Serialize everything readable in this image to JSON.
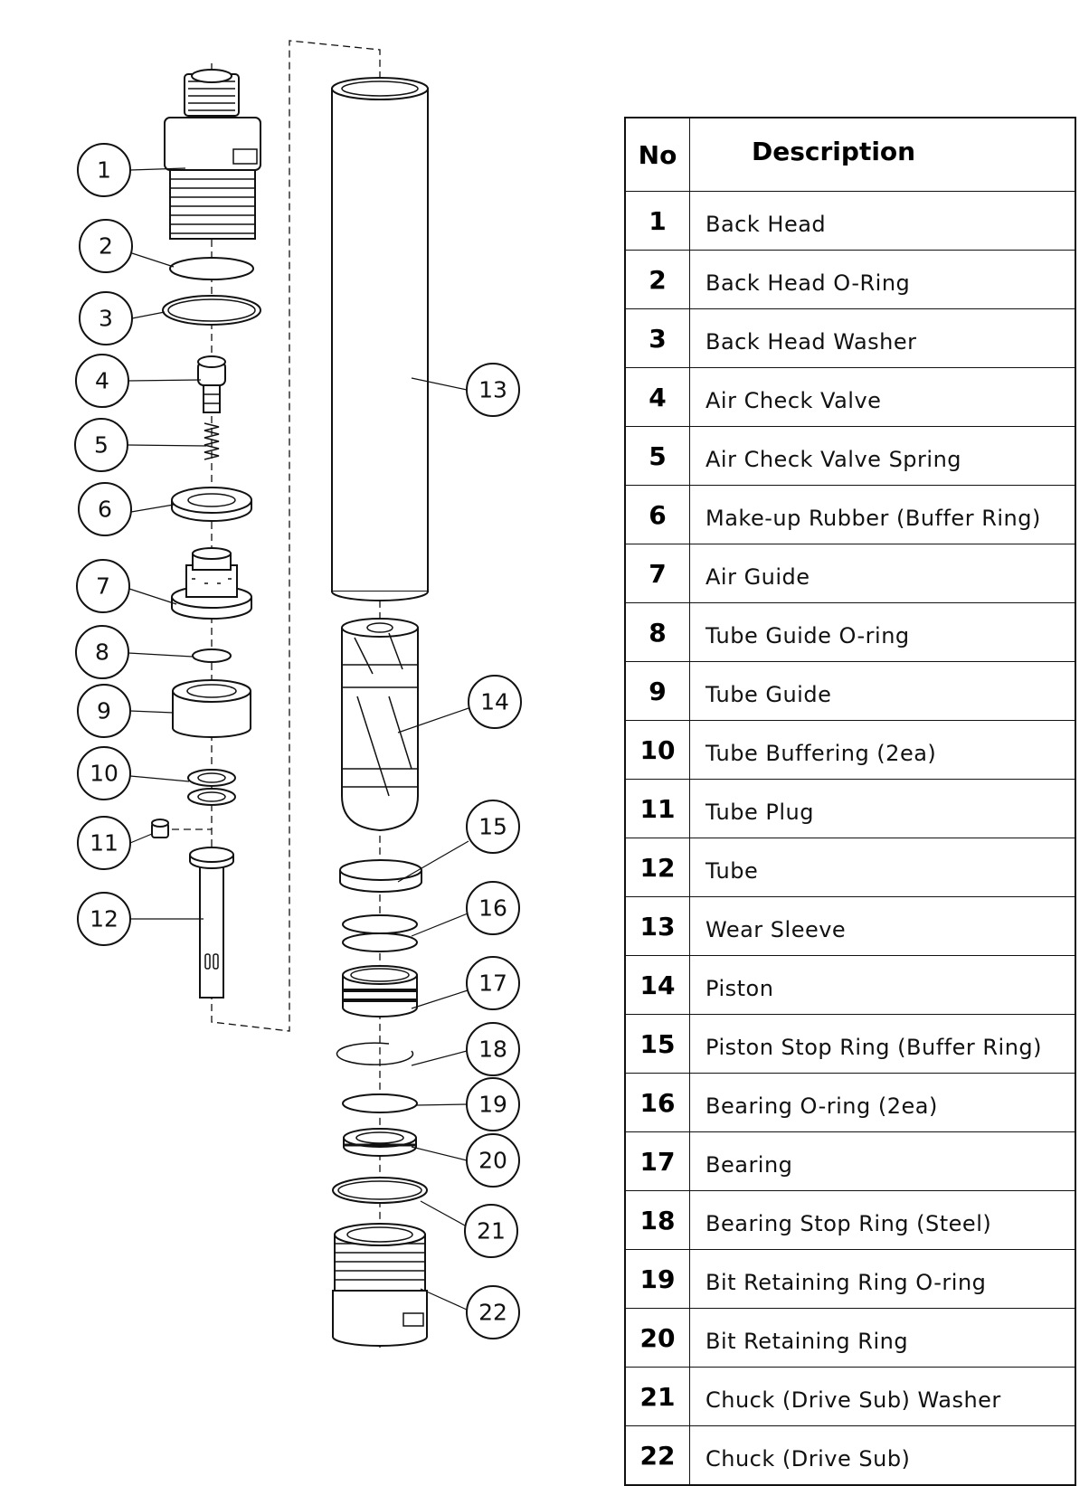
{
  "table": {
    "header_no": "No",
    "header_description": "Description",
    "rows": [
      {
        "no": "1",
        "description": "Back Head"
      },
      {
        "no": "2",
        "description": "Back Head O-Ring"
      },
      {
        "no": "3",
        "description": "Back Head Washer"
      },
      {
        "no": "4",
        "description": "Air Check Valve"
      },
      {
        "no": "5",
        "description": "Air Check Valve Spring"
      },
      {
        "no": "6",
        "description": "Make-up Rubber (Buffer Ring)"
      },
      {
        "no": "7",
        "description": "Air Guide"
      },
      {
        "no": "8",
        "description": "Tube Guide O-ring"
      },
      {
        "no": "9",
        "description": "Tube Guide"
      },
      {
        "no": "10",
        "description": "Tube Buffering (2ea)"
      },
      {
        "no": "11",
        "description": "Tube Plug"
      },
      {
        "no": "12",
        "description": "Tube"
      },
      {
        "no": "13",
        "description": "Wear Sleeve"
      },
      {
        "no": "14",
        "description": "Piston"
      },
      {
        "no": "15",
        "description": "Piston Stop Ring (Buffer Ring)"
      },
      {
        "no": "16",
        "description": "Bearing O-ring (2ea)"
      },
      {
        "no": "17",
        "description": "Bearing"
      },
      {
        "no": "18",
        "description": "Bearing Stop Ring (Steel)"
      },
      {
        "no": "19",
        "description": "Bit Retaining Ring O-ring"
      },
      {
        "no": "20",
        "description": "Bit Retaining Ring"
      },
      {
        "no": "21",
        "description": "Chuck (Drive Sub) Washer"
      },
      {
        "no": "22",
        "description": "Chuck (Drive Sub)"
      }
    ]
  },
  "callouts": [
    "1",
    "2",
    "3",
    "4",
    "5",
    "6",
    "7",
    "8",
    "9",
    "10",
    "11",
    "12",
    "13",
    "14",
    "15",
    "16",
    "17",
    "18",
    "19",
    "20",
    "21",
    "22"
  ]
}
